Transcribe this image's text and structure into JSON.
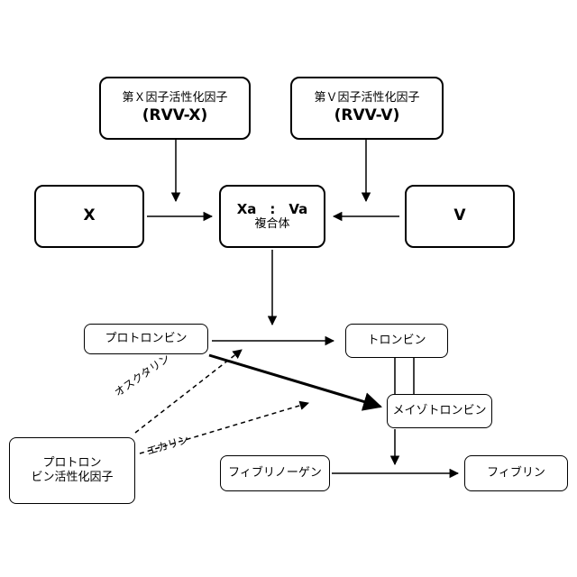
{
  "nodes": {
    "fx_activator": {
      "line1": "第Ｘ因子活性化因子",
      "line2": "(RVV-X)"
    },
    "fv_activator": {
      "line1": "第Ｖ因子活性化因子",
      "line2": "(RVV-V)"
    },
    "factor_x": {
      "label": "X"
    },
    "factor_v": {
      "label": "V"
    },
    "complex": {
      "line1": "Xa　:　Va",
      "line2": "複合体"
    },
    "prothrombin": {
      "label": "プロトロンビン"
    },
    "thrombin": {
      "label": "トロンビン"
    },
    "meizothrombin": {
      "label": "メイゾトロンビン"
    },
    "prothrombin_activator": {
      "line1": "プロトロン",
      "line2": "ビン活性化因子"
    },
    "fibrinogen": {
      "label": "フィブリノーゲン"
    },
    "fibrin": {
      "label": "フィブリン"
    }
  },
  "edge_labels": {
    "oscutarin": "オスクタリン",
    "ecarin": "エカリン"
  }
}
